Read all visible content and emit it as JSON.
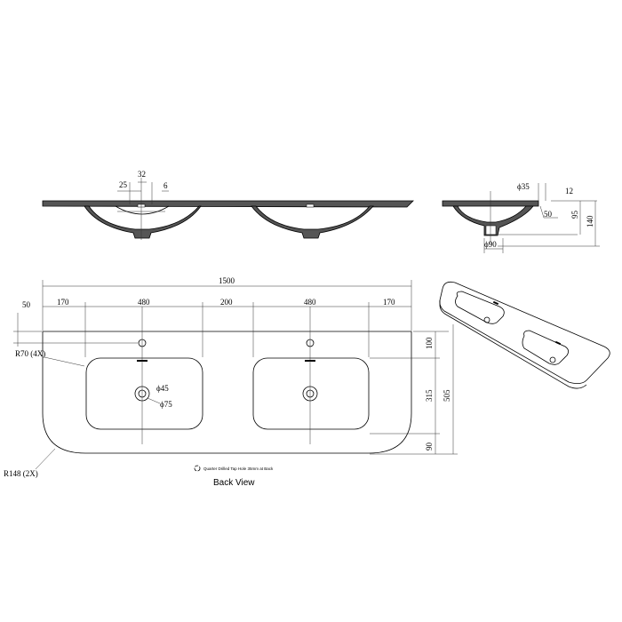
{
  "front_view": {
    "dims": {
      "tap_offset": "25",
      "tap_width": "32",
      "thickness": "6"
    }
  },
  "side_view": {
    "dims": {
      "tap_hole_dia": "ϕ35",
      "top_thickness": "12",
      "tap_offset": "50",
      "bowl_depth": "95",
      "total_depth": "140",
      "drain_dia": "ϕ90"
    }
  },
  "back_view": {
    "title": "Back View",
    "note": "Quarter Drilled Tap Hole 35mm at Back",
    "dims": {
      "total_width": "1500",
      "segments": [
        "170",
        "480",
        "200",
        "480",
        "170"
      ],
      "tap_offset": "50",
      "basin_radius": "R70 (4X)",
      "corner_radius": "R148 (2X)",
      "drain_inner": "ϕ45",
      "drain_outer": "ϕ75",
      "right": [
        "100",
        "315",
        "90"
      ],
      "total_depth": "505"
    }
  }
}
